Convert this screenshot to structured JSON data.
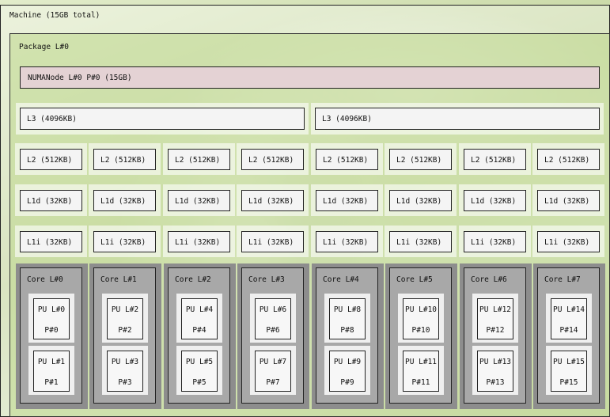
{
  "machine": {
    "label": "Machine (15GB total)"
  },
  "package": {
    "label": "Package L#0"
  },
  "numa": {
    "label": "NUMANode L#0 P#0 (15GB)"
  },
  "l3": [
    {
      "label": "L3 (4096KB)"
    },
    {
      "label": "L3 (4096KB)"
    }
  ],
  "l2": [
    "L2 (512KB)",
    "L2 (512KB)",
    "L2 (512KB)",
    "L2 (512KB)",
    "L2 (512KB)",
    "L2 (512KB)",
    "L2 (512KB)",
    "L2 (512KB)"
  ],
  "l1d": [
    "L1d (32KB)",
    "L1d (32KB)",
    "L1d (32KB)",
    "L1d (32KB)",
    "L1d (32KB)",
    "L1d (32KB)",
    "L1d (32KB)",
    "L1d (32KB)"
  ],
  "l1i": [
    "L1i (32KB)",
    "L1i (32KB)",
    "L1i (32KB)",
    "L1i (32KB)",
    "L1i (32KB)",
    "L1i (32KB)",
    "L1i (32KB)",
    "L1i (32KB)"
  ],
  "cores": [
    {
      "label": "Core L#0",
      "pus": [
        {
          "name": "PU L#0",
          "phys": "P#0"
        },
        {
          "name": "PU L#1",
          "phys": "P#1"
        }
      ]
    },
    {
      "label": "Core L#1",
      "pus": [
        {
          "name": "PU L#2",
          "phys": "P#2"
        },
        {
          "name": "PU L#3",
          "phys": "P#3"
        }
      ]
    },
    {
      "label": "Core L#2",
      "pus": [
        {
          "name": "PU L#4",
          "phys": "P#4"
        },
        {
          "name": "PU L#5",
          "phys": "P#5"
        }
      ]
    },
    {
      "label": "Core L#3",
      "pus": [
        {
          "name": "PU L#6",
          "phys": "P#6"
        },
        {
          "name": "PU L#7",
          "phys": "P#7"
        }
      ]
    },
    {
      "label": "Core L#4",
      "pus": [
        {
          "name": "PU L#8",
          "phys": "P#8"
        },
        {
          "name": "PU L#9",
          "phys": "P#9"
        }
      ]
    },
    {
      "label": "Core L#5",
      "pus": [
        {
          "name": "PU L#10",
          "phys": "P#10"
        },
        {
          "name": "PU L#11",
          "phys": "P#11"
        }
      ]
    },
    {
      "label": "Core L#6",
      "pus": [
        {
          "name": "PU L#12",
          "phys": "P#12"
        },
        {
          "name": "PU L#13",
          "phys": "P#13"
        }
      ]
    },
    {
      "label": "Core L#7",
      "pus": [
        {
          "name": "PU L#14",
          "phys": "P#14"
        },
        {
          "name": "PU L#15",
          "phys": "P#15"
        }
      ]
    }
  ],
  "colors": {
    "numa": "#e4d2d4",
    "core": "#a8a8a8",
    "cache": "#f4f4f4",
    "pu": "#f7f7f7",
    "background": "#c8d7a8"
  }
}
